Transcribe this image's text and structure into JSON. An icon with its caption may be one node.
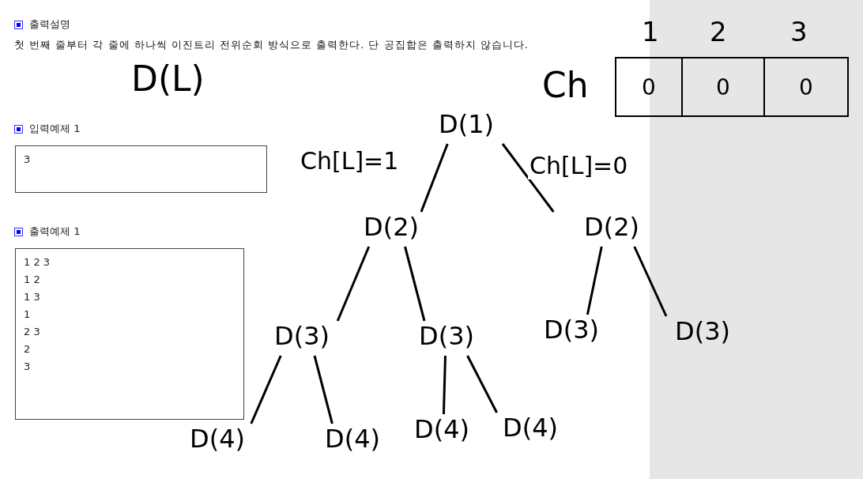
{
  "diagram": {
    "nodes": [
      {
        "text": [
          "D(1)"
        ]
      },
      {
        "text": [
          "D(2)"
        ]
      },
      {
        "text": [
          "D(2)"
        ]
      },
      {
        "text": [
          "D(3)"
        ]
      },
      {
        "text": [
          "D(3)"
        ]
      },
      {
        "text": [
          "D(3)"
        ]
      },
      {
        "text": [
          "D(3)"
        ]
      },
      {
        "text": [
          "D(4)"
        ]
      },
      {
        "text": [
          "D(4)"
        ]
      },
      {
        "text": [
          "D(4)"
        ]
      },
      {
        "text": [
          "D(4)"
        ]
      },
      {
        "text": [
          "3"
        ]
      },
      {
        "text": [
          "1 2 3",
          "1 2",
          "1 3",
          "1",
          "2 3",
          "2",
          "3"
        ]
      },
      {
        "text": [
          "0"
        ]
      },
      {
        "text": [
          "0"
        ]
      },
      {
        "text": [
          "0"
        ]
      }
    ],
    "edges": [
      {
        "from": 0,
        "to": 1,
        "arrow": "none",
        "label": "Ch[L]=1"
      },
      {
        "from": 0,
        "to": 2,
        "arrow": "none",
        "label": "Ch[L]=0"
      },
      {
        "from": 1,
        "to": 3,
        "arrow": "none"
      },
      {
        "from": 1,
        "to": 4,
        "arrow": "none"
      },
      {
        "from": 2,
        "to": 5,
        "arrow": "none"
      },
      {
        "from": 2,
        "to": 6,
        "arrow": "none"
      },
      {
        "from": 3,
        "to": 7,
        "arrow": "none"
      },
      {
        "from": 3,
        "to": 8,
        "arrow": "none"
      },
      {
        "from": 4,
        "to": 9,
        "arrow": "none"
      },
      {
        "from": 4,
        "to": 10,
        "arrow": "none"
      }
    ],
    "labels": [
      "출력설명",
      "첫 번째 줄부터 각 줄에 하나씩 이진트리 전위순회 방식으로 출력한다. 단 공집합은 출력하지 않습니다.",
      "D(L)",
      "입력예제 1",
      "출력예제 1",
      "Ch",
      "1",
      "2",
      "3"
    ]
  }
}
